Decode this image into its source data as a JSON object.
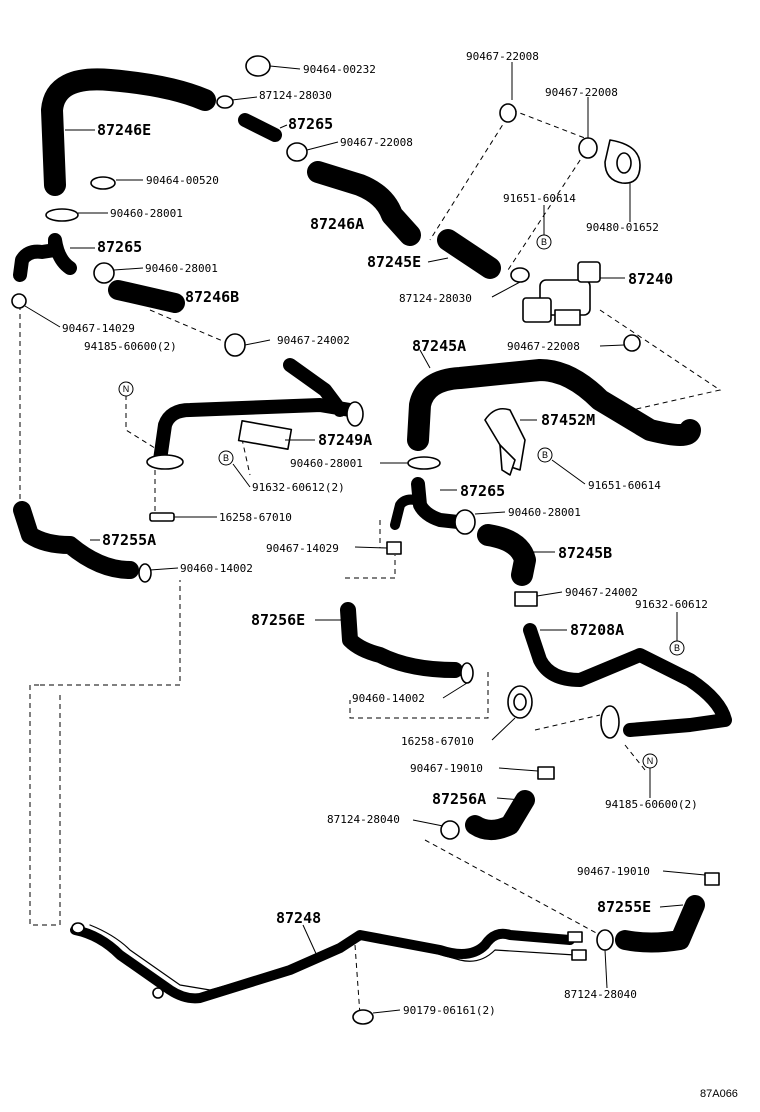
{
  "diagram_ref": "87A066",
  "part_labels": {
    "p1": "90464-00232",
    "p2": "87124-28030",
    "p3": "87246E",
    "p4": "87265",
    "p5": "90467-22008",
    "p6": "90464-00520",
    "p7": "87246A",
    "p8": "90460-28001",
    "p9": "87265",
    "p10": "90460-28001",
    "p11": "87246B",
    "p12": "90467-14029",
    "p13": "94185-60600(2)",
    "p14": "90467-24002",
    "p15": "87249A",
    "p16": "90460-28001",
    "p17": "91632-60612(2)",
    "p18": "16258-67010",
    "p19": "87255A",
    "p20": "90460-14002",
    "p21": "90467-22008",
    "p22": "90467-22008",
    "p23": "90480-01652",
    "p24": "91651-60614",
    "p25": "87240",
    "p26": "87245E",
    "p27": "87124-28030",
    "p28": "90467-22008",
    "p29": "87245A",
    "p30": "87452M",
    "p31": "91651-60614",
    "p32": "87265",
    "p33": "90460-28001",
    "p34": "90467-14029",
    "p35": "87245B",
    "p36": "90467-24002",
    "p37": "87256E",
    "p38": "91632-60612",
    "p39": "87208A",
    "p40": "90460-14002",
    "p41": "16258-67010",
    "p42": "90467-19010",
    "p43": "94185-60600(2)",
    "p44": "87256A",
    "p45": "87124-28040",
    "p46": "90467-19010",
    "p47": "87255E",
    "p48": "87248",
    "p49": "87124-28040",
    "p50": "90179-06161(2)"
  },
  "markers": {
    "n": "N",
    "b": "B"
  }
}
